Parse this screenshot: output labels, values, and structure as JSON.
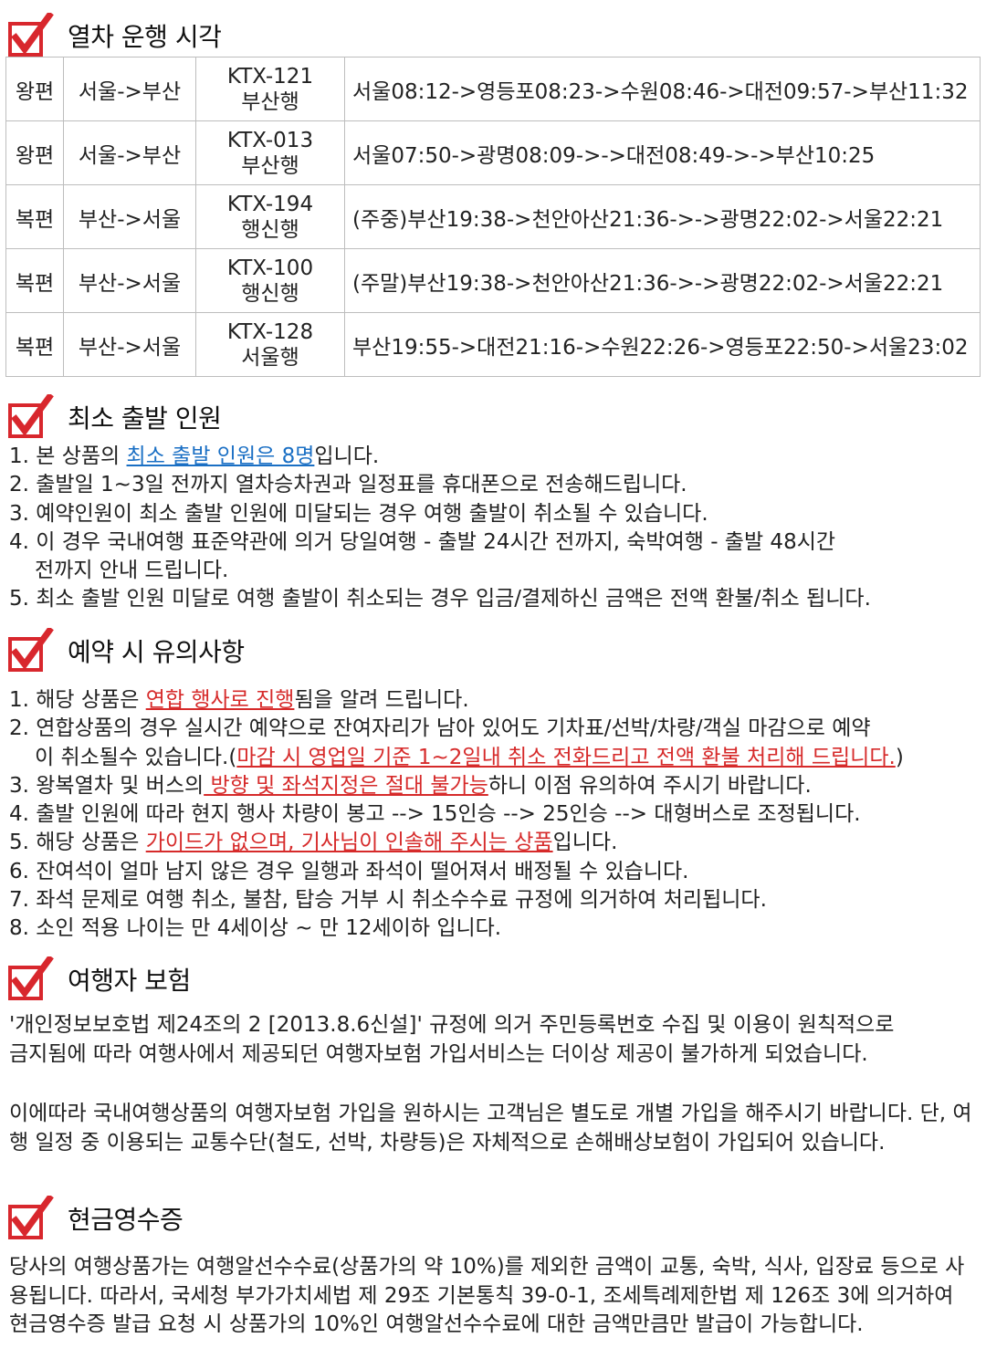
{
  "sections": {
    "schedule_title": "열차 운행 시각",
    "min_title": "최소 출발 인원",
    "notes_title": "예약 시 유의사항",
    "insurance_title": "여행자 보험",
    "receipt_title": "현금영수증"
  },
  "icon": "checkmark-icon",
  "colors": {
    "check_red": "#d8272d",
    "link_blue": "#1a6fc4",
    "highlight_red": "#d62a2a",
    "border": "#bdbdbd"
  },
  "schedule": [
    {
      "direction": "왕편",
      "route": "서울->부산",
      "train": "KTX-121",
      "dest": "부산행",
      "times": "서울08:12->영등포08:23->수원08:46->대전09:57->부산11:32"
    },
    {
      "direction": "왕편",
      "route": "서울->부산",
      "train": "KTX-013",
      "dest": "부산행",
      "times": "서울07:50->광명08:09->->대전08:49->->부산10:25"
    },
    {
      "direction": "복편",
      "route": "부산->서울",
      "train": "KTX-194",
      "dest": "행신행",
      "times": "(주중)부산19:38->천안아산21:36->->광명22:02->서울22:21"
    },
    {
      "direction": "복편",
      "route": "부산->서울",
      "train": "KTX-100",
      "dest": "행신행",
      "times": "(주말)부산19:38->천안아산21:36->->광명22:02->서울22:21"
    },
    {
      "direction": "복편",
      "route": "부산->서울",
      "train": "KTX-128",
      "dest": "서울행",
      "times": "부산19:55->대전21:16->수원22:26->영등포22:50->서울23:02"
    }
  ],
  "min_people": {
    "item1": {
      "pre": "1. 본 상품의 ",
      "hl": "최소 출발 인원은 8명",
      "post": "입니다."
    },
    "item2": "2. 출발일 1~3일 전까지 열차승차권과 일정표를 휴대폰으로 전송해드립니다.",
    "item3": "3. 예약인원이 최소 출발 인원에 미달되는 경우 여행 출발이 취소될 수 있습니다.",
    "item4a": "4. 이 경우 국내여행 표준약관에 의거 당일여행 - 출발 24시간 전까지, 숙박여행 - 출발 48시간",
    "item4b": "전까지 안내 드립니다.",
    "item5": "5. 최소 출발 인원 미달로 여행 출발이 취소되는 경우 입금/결제하신 금액은 전액 환불/취소 됩니다."
  },
  "notes": {
    "n1": {
      "pre": "1. 해당 상품은 ",
      "hl": "연합 행사로 진행",
      "post": "됨을 알려 드립니다."
    },
    "n2a": "2. 연합상품의 경우 실시간 예약으로 잔여자리가 남아 있어도 기차표/선박/차량/객실 마감으로 예약",
    "n2b": {
      "pre": "이 취소될수 있습니다.(",
      "hl": "마감 시 영업일 기준 1~2일내 취소 전화드리고 전액 환불 처리해 드립니다.",
      "post": ")"
    },
    "n3": {
      "pre": "3. 왕복열차 및 버스의",
      "hl": " 방향 및 좌석지정은 절대 불가능",
      "post": "하니 이점 유의하여 주시기 바랍니다."
    },
    "n4": "4. 출발 인원에 따라 현지 행사 차량이 봉고 --> 15인승 --> 25인승 --> 대형버스로 조정됩니다.",
    "n5": {
      "pre": "5. 해당 상품은 ",
      "hl": "가이드가 없으며, 기사님이 인솔해 주시는 상품",
      "post": "입니다."
    },
    "n6": "6. 잔여석이 얼마 남지 않은 경우 일행과 좌석이 떨어져서 배정될 수 있습니다.",
    "n7": "7. 좌석 문제로 여행 취소, 불참, 탑승 거부 시 취소수수료 규정에 의거하여 처리됩니다.",
    "n8": "8. 소인 적용 나이는 만 4세이상 ~ 만 12세이하 입니다."
  },
  "insurance": {
    "p1a": "'개인정보보호법 제24조의 2 [2013.8.6신설]' 규정에 의거 주민등록번호 수집 및 이용이 원칙적으로",
    "p1b": " 금지됨에 따라 여행사에서 제공되던 여행자보험 가입서비스는 더이상 제공이 불가하게 되었습니다.",
    "p2": "이에따라 국내여행상품의 여행자보험 가입을 원하시는 고객님은 별도로 개별 가입을 해주시기 바랍니다. 단, 여행 일정 중 이용되는 교통수단(철도, 선박, 차량등)은 자체적으로 손해배상보험이 가입되어 있습니다."
  },
  "receipt": {
    "p": "당사의 여행상품가는 여행알선수수료(상품가의 약 10%)를 제외한 금액이 교통, 숙박, 식사, 입장료 등으로 사용됩니다. 따라서, 국세청 부가가치세법 제 29조 기본통칙 39-0-1, 조세특례제한법 제 126조 3에 의거하여 현금영수증 발급 요청 시 상품가의 10%인 여행알선수수료에 대한 금액만큼만 발급이 가능합니다."
  }
}
